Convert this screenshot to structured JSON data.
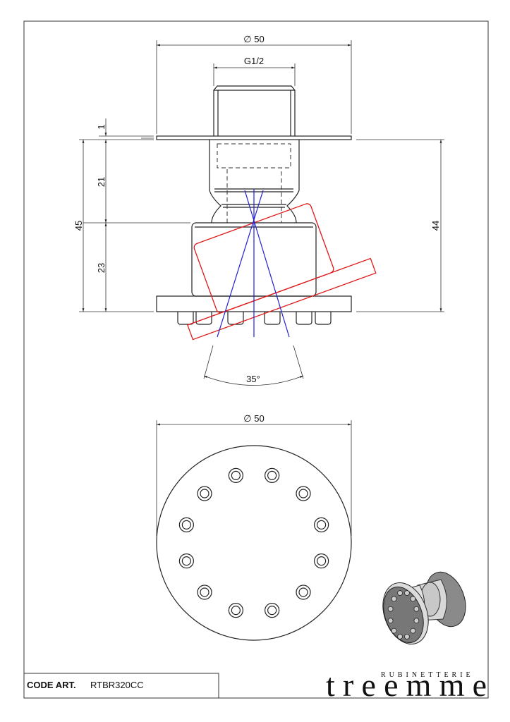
{
  "drawing": {
    "dimensions": {
      "diameter_top": "∅ 50",
      "thread": "G1/2",
      "flange_thickness": "1",
      "neck_height": "21",
      "body_height": "23",
      "total_height": "45",
      "right_height": "44",
      "swivel_angle": "35°",
      "diameter_bottom": "∅ 50"
    },
    "nozzle_count": 12
  },
  "title_block": {
    "code_label": "CODE ART.",
    "code_value": "RTBR320CC"
  },
  "brand": {
    "name": "treemme",
    "subtitle": "RUBINETTERIE"
  },
  "colors": {
    "axis": "#2020d0",
    "swivel": "#e01818",
    "line": "#222222"
  }
}
